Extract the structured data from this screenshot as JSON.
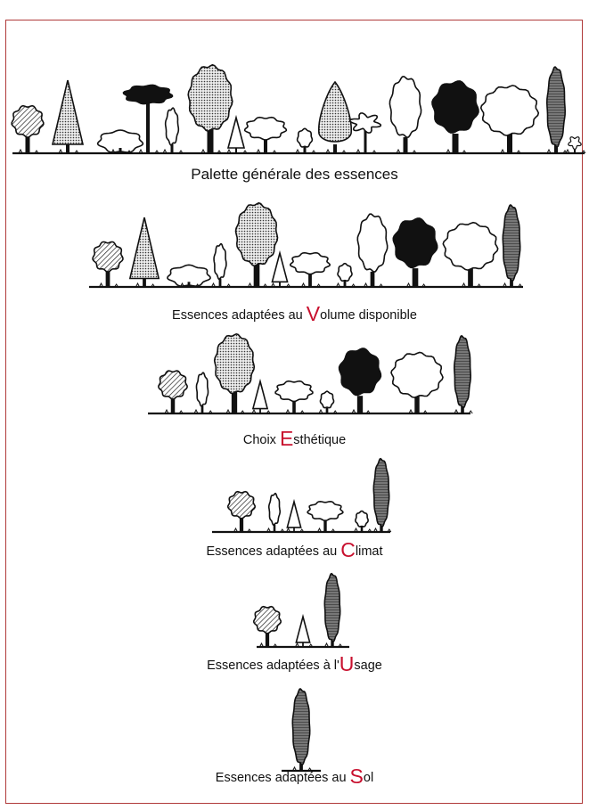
{
  "figure": {
    "border_color": "#b03a3a",
    "accent_color": "#c8102e",
    "levels": [
      {
        "label": "Palette générale des essences"
      },
      {
        "prefix": "Essences adaptées au ",
        "letter": "V",
        "suffix": "olume disponible"
      },
      {
        "prefix": "Choix ",
        "letter": "E",
        "suffix": "sthétique"
      },
      {
        "prefix": "Essences adaptées au ",
        "letter": "C",
        "suffix": "limat"
      },
      {
        "prefix": "Essences adaptées à l'",
        "letter": "U",
        "suffix": "sage"
      },
      {
        "prefix": "Essences adaptées au ",
        "letter": "S",
        "suffix": "ol"
      }
    ]
  }
}
